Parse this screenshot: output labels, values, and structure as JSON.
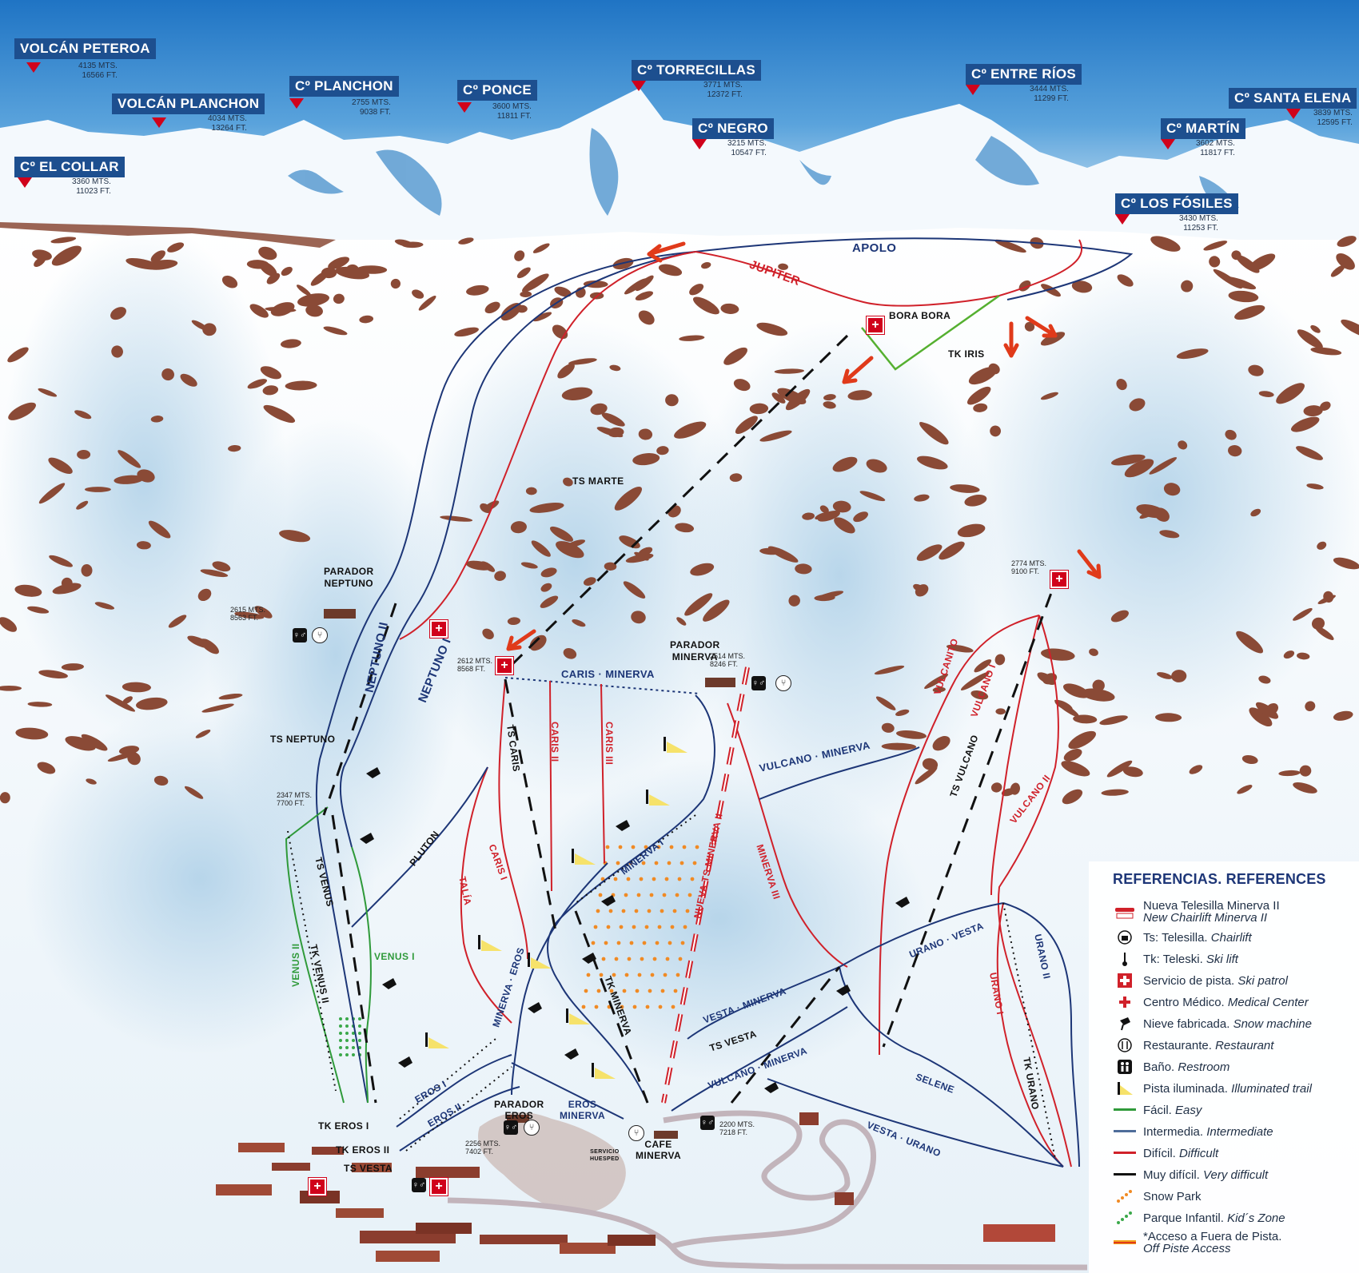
{
  "peaks": [
    {
      "name": "VOLCÁN PETEROA",
      "alt": "4135 MTS.\n16566 FT."
    },
    {
      "name": "VOLCÁN PLANCHON",
      "alt": "4034 MTS.\n13264 FT."
    },
    {
      "name": "Cº EL COLLAR",
      "alt": "3360 MTS.\n11023 FT."
    },
    {
      "name": "Cº PLANCHON",
      "alt": "2755 MTS.\n9038 FT."
    },
    {
      "name": "Cº PONCE",
      "alt": "3600 MTS.\n11811 FT."
    },
    {
      "name": "Cº TORRECILLAS",
      "alt": "3771 MTS.\n12372 FT."
    },
    {
      "name": "Cº NEGRO",
      "alt": "3215 MTS.\n10547 FT."
    },
    {
      "name": "Cº ENTRE RÍOS",
      "alt": "3444 MTS.\n11299 FT."
    },
    {
      "name": "Cº SANTA ELENA",
      "alt": "3839 MTS.\n12595 FT."
    },
    {
      "name": "Cº MARTÍN",
      "alt": "3602 MTS.\n11817 FT."
    },
    {
      "name": "Cº LOS FÓSILES",
      "alt": "3430 MTS.\n11253 FT."
    }
  ],
  "trails": {
    "apolo": "APOLO",
    "jupiter": "JUPITER",
    "neptuno1": "NEPTUNO I",
    "neptuno2": "NEPTUNO II",
    "caris_minerva": "CARIS · MINERVA",
    "caris2": "CARIS II",
    "caris3": "CARIS III",
    "caris1": "CARIS I",
    "talia": "TALÍA",
    "pluton": "PLUTON",
    "minerva1": "MINERVA I",
    "minerva3": "MINERVA III",
    "minerva_eros": "MINERVA · EROS",
    "vulcano_minerva_top": "VULCANO · MINERVA",
    "vulcano_minerva_low": "VULCANO · MINERVA",
    "vulcanito": "VULCANITO",
    "vulcano1": "VULCANO I",
    "vulcano2": "VULCANO II",
    "urano_vesta": "URANO · VESTA",
    "urano1": "URANO I",
    "urano2": "URANO II",
    "selene": "SELENE",
    "vesta_minerva": "VESTA · MINERVA",
    "vesta_urano": "VESTA · URANO",
    "venus1": "VENUS I",
    "venus2": "VENUS II",
    "eros1": "EROS I",
    "eros2": "EROS II",
    "eros_minerva": "EROS\nMINERVA"
  },
  "lifts": {
    "ts_marte": "TS MARTE",
    "tk_iris": "TK IRIS",
    "ts_neptuno": "TS NEPTUNO",
    "ts_venus": "TS VENUS",
    "tk_venus2": "TK VENUS II",
    "ts_caris": "TS CARIS",
    "ts_vulcano": "TS VULCANO",
    "tk_minerva": "TK MINERVA",
    "nueva_ts_minerva2": "NUEVA TS MINERVA II",
    "ts_vesta_mid": "TS VESTA",
    "tk_urano": "TK URANO",
    "tk_eros1": "TK EROS I",
    "tk_eros2": "TK EROS II",
    "ts_vesta": "TS VESTA"
  },
  "places": {
    "bora_bora": "BORA BORA",
    "parador_neptuno": "PARADOR\nNEPTUNO",
    "parador_minerva": "PARADOR\nMINERVA",
    "parador_eros": "PARADOR\nEROS",
    "cafe_minerva": "CAFE\nMINERVA",
    "servicio_huesped": "SERVICIO\nHUESPED"
  },
  "altitudes": {
    "neptuno_lodge": "2615 MTS.\n8563 FT.",
    "patrol_caris": "2612 MTS.\n8568 FT.",
    "minerva_lodge": "2514 MTS.\n8246 FT.",
    "vulcano_top": "2774 MTS.\n9100 FT.",
    "neptuno_base": "2347 MTS.\n7700 FT.",
    "eros_base": "2256 MTS.\n7402 FT.",
    "cafe_base": "2200 MTS.\n7218 FT."
  },
  "legend": {
    "title": "REFERENCIAS. REFERENCES",
    "items": [
      {
        "es": "Nueva Telesilla Minerva II",
        "en": "New Chairlift Minerva II",
        "icon": "new-chairlift-icon"
      },
      {
        "es": "Ts: Telesilla.",
        "en": "Chairlift",
        "icon": "chairlift-icon"
      },
      {
        "es": "Tk: Teleski.",
        "en": "Ski lift",
        "icon": "skilift-icon"
      },
      {
        "es": "Servicio de pista.",
        "en": "Ski patrol",
        "icon": "ski-patrol-icon"
      },
      {
        "es": "Centro Médico.",
        "en": "Medical Center",
        "icon": "medical-center-icon"
      },
      {
        "es": "Nieve fabricada.",
        "en": "Snow machine",
        "icon": "snow-machine-icon"
      },
      {
        "es": "Restaurante.",
        "en": "Restaurant",
        "icon": "restaurant-icon"
      },
      {
        "es": "Baño.",
        "en": "Restroom",
        "icon": "restroom-icon"
      },
      {
        "es": "Pista iluminada.",
        "en": "Illuminated trail",
        "icon": "illuminated-trail-icon"
      },
      {
        "es": "Fácil.",
        "en": "Easy",
        "icon": "easy-line-icon"
      },
      {
        "es": "Intermedia.",
        "en": "Intermediate",
        "icon": "intermediate-line-icon"
      },
      {
        "es": "Difícil.",
        "en": "Difficult",
        "icon": "difficult-line-icon"
      },
      {
        "es": "Muy difícil.",
        "en": "Very difficult",
        "icon": "very-difficult-line-icon"
      },
      {
        "es": "Snow Park",
        "en": "",
        "icon": "snow-park-icon"
      },
      {
        "es": "Parque Infantil.",
        "en": "Kid´s Zone",
        "icon": "kids-zone-icon"
      },
      {
        "es": "*Acceso a Fuera de Pista.",
        "en": "Off Piste Access",
        "icon": "off-piste-icon"
      }
    ]
  },
  "colors": {
    "easy": "#2f9a3a",
    "intermediate": "#1d3677",
    "difficult": "#d0212a",
    "very_difficult": "#111111",
    "snow_park": "#f08a24",
    "kids_zone": "#3aa84a",
    "peak_label_bg": "#1d4f8f",
    "rock": "#8a4a36"
  }
}
